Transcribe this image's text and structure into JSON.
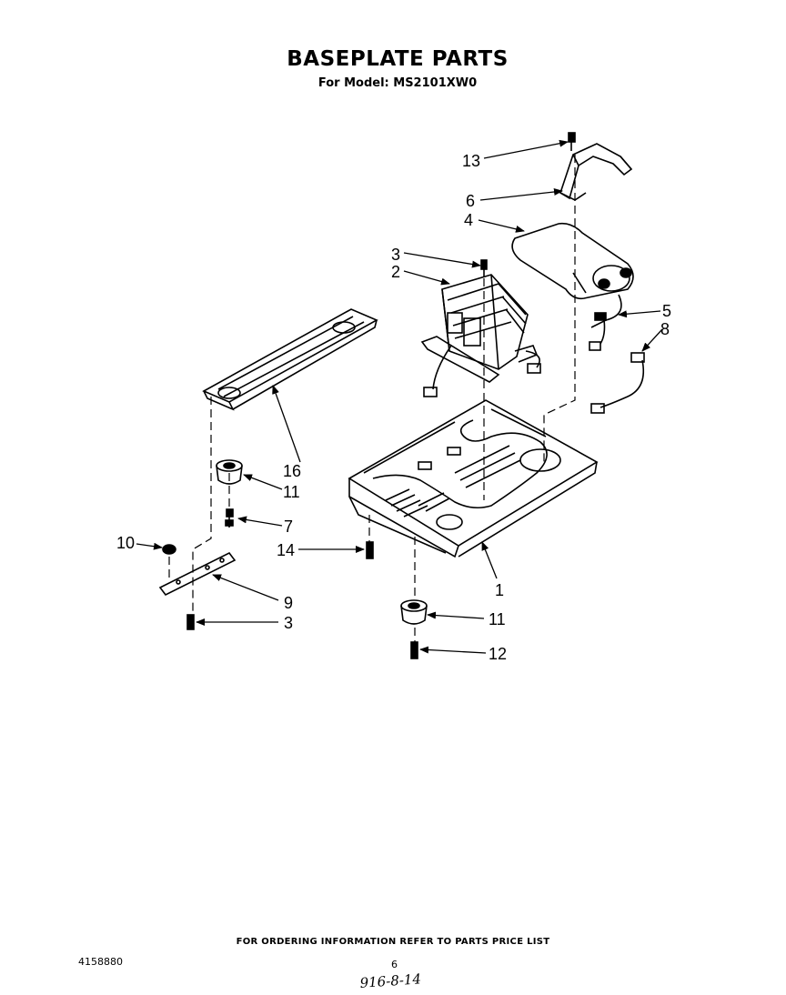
{
  "header": {
    "title": "BASEPLATE PARTS",
    "subtitle": "For Model: MS2101XW0"
  },
  "callouts": [
    {
      "id": "c13",
      "label": "13"
    },
    {
      "id": "c6",
      "label": "6"
    },
    {
      "id": "c4",
      "label": "4"
    },
    {
      "id": "c3a",
      "label": "3"
    },
    {
      "id": "c2",
      "label": "2"
    },
    {
      "id": "c5",
      "label": "5"
    },
    {
      "id": "c8",
      "label": "8"
    },
    {
      "id": "c16",
      "label": "16"
    },
    {
      "id": "c11a",
      "label": "11"
    },
    {
      "id": "c7",
      "label": "7"
    },
    {
      "id": "c10",
      "label": "10"
    },
    {
      "id": "c14",
      "label": "14"
    },
    {
      "id": "c1",
      "label": "1"
    },
    {
      "id": "c9",
      "label": "9"
    },
    {
      "id": "c3b",
      "label": "3"
    },
    {
      "id": "c11b",
      "label": "11"
    },
    {
      "id": "c12",
      "label": "12"
    }
  ],
  "footer": {
    "ordering_note": "FOR ORDERING INFORMATION REFER TO PARTS PRICE LIST",
    "part_number": "4158880",
    "page": "6",
    "handwritten": "916-8-14"
  }
}
